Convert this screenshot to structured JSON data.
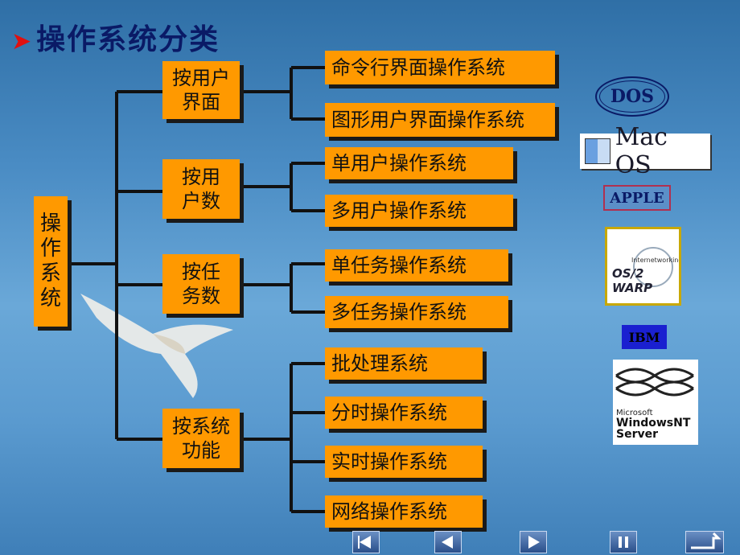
{
  "title": "操作系统分类",
  "root": {
    "label": "操\n作\n系\n统"
  },
  "groups": [
    {
      "label": "按用户\n界面",
      "items": [
        "命令行界面操作系统",
        "图形用户界面操作系统"
      ]
    },
    {
      "label": "按用\n户数",
      "items": [
        "单用户操作系统",
        "多用户操作系统"
      ]
    },
    {
      "label": "按任\n务数",
      "items": [
        "单任务操作系统",
        "多任务操作系统"
      ]
    },
    {
      "label": "按系统\n功能",
      "items": [
        "批处理系统",
        "分时操作系统",
        "实时操作系统",
        "网络操作系统"
      ]
    }
  ],
  "logos": {
    "dos": "DOS",
    "macos": "Mac OS",
    "apple": "APPLE",
    "os2": "OS/2 WARP",
    "os2_small": "Internetworking",
    "ibm": "IBM",
    "nt_line1": "Microsoft",
    "nt_line2": "WindowsNT",
    "nt_line3": "Server"
  },
  "nav_icons": [
    "first-slide-icon",
    "previous-slide-icon",
    "next-slide-icon",
    "pause-icon",
    "return-icon"
  ],
  "colors": {
    "box": "#ff9900",
    "title": "#0a1a66",
    "arrow": "#e01010"
  }
}
